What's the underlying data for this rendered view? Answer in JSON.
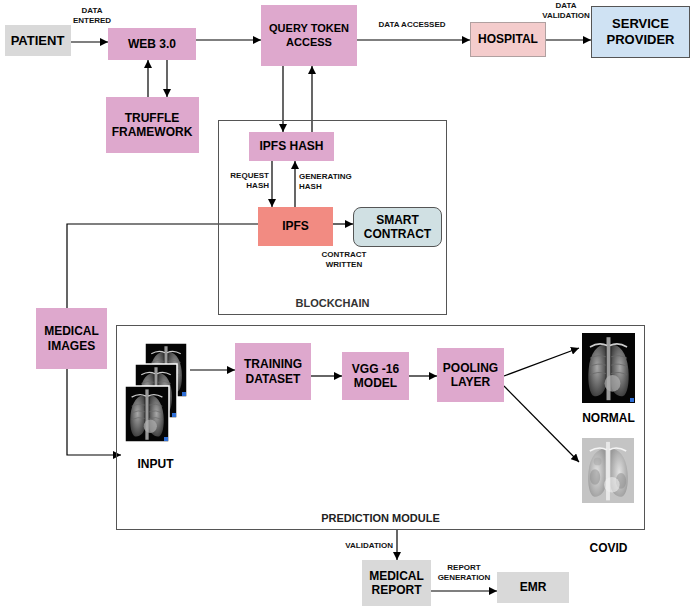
{
  "diagram": {
    "nodes": [
      {
        "text": [
          "PATIENT"
        ]
      },
      {
        "text": [
          "WEB 3.0"
        ]
      },
      {
        "text": [
          "QUERY TOKEN ACCESS"
        ]
      },
      {
        "text": [
          "HOSPITAL"
        ]
      },
      {
        "text": [
          "SERVICE PROVIDER"
        ]
      },
      {
        "text": [
          "TRUFFLE FRAMEWORK"
        ]
      },
      {
        "text": [
          "BLOCKCHAIN"
        ]
      },
      {
        "text": [
          "IPFS HASH"
        ],
        "in": 6
      },
      {
        "text": [
          "IPFS"
        ],
        "in": 6
      },
      {
        "text": [
          "SMART CONTRACT"
        ],
        "in": 6
      },
      {
        "text": [
          "MEDICAL IMAGES"
        ]
      },
      {
        "text": [
          "PREDICTION MODULE"
        ]
      },
      {
        "text": [
          "INPUT"
        ],
        "in": 11
      },
      {
        "text": [
          "TRAINING DATASET"
        ],
        "in": 11
      },
      {
        "text": [
          "VGG -16 MODEL"
        ],
        "in": 11
      },
      {
        "text": [
          "POOLING LAYER"
        ],
        "in": 11
      },
      {
        "text": [
          "NORMAL"
        ],
        "in": 11
      },
      {
        "text": [
          "COVID"
        ],
        "in": 11
      },
      {
        "text": [
          "MEDICAL REPORT"
        ]
      },
      {
        "text": [
          "EMR"
        ]
      }
    ],
    "edges": [
      {
        "from": 0,
        "to": 1,
        "label": "DATA ENTERED",
        "arrow": "to"
      },
      {
        "from": 1,
        "to": 2,
        "arrow": "to"
      },
      {
        "from": 2,
        "to": 3,
        "label": "DATA ACCESSED",
        "arrow": "to"
      },
      {
        "from": 3,
        "to": 4,
        "label": "DATA VALIDATION",
        "arrow": "to"
      },
      {
        "from": 1,
        "to": 5,
        "arrow": "to"
      },
      {
        "from": 5,
        "to": 1,
        "arrow": "to"
      },
      {
        "from": 2,
        "to": 7,
        "arrow": "to"
      },
      {
        "from": 7,
        "to": 2,
        "arrow": "to"
      },
      {
        "from": 7,
        "to": 8,
        "label": "REQUEST HASH",
        "arrow": "to"
      },
      {
        "from": 8,
        "to": 7,
        "label": "GENERATING HASH",
        "arrow": "to"
      },
      {
        "from": 8,
        "to": 9,
        "label": "CONTRACT WRITTEN",
        "arrow": "to"
      },
      {
        "from": 8,
        "to": 10,
        "arrow": "none"
      },
      {
        "from": 10,
        "to": 12,
        "arrow": "to"
      },
      {
        "from": 12,
        "to": 13,
        "arrow": "to"
      },
      {
        "from": 13,
        "to": 14,
        "arrow": "to"
      },
      {
        "from": 14,
        "to": 15,
        "arrow": "to"
      },
      {
        "from": 15,
        "to": 16,
        "arrow": "to"
      },
      {
        "from": 15,
        "to": 17,
        "arrow": "to"
      },
      {
        "from": 11,
        "to": 18,
        "label": "VALIDATION",
        "arrow": "to"
      },
      {
        "from": 18,
        "to": 19,
        "label": "REPORT GENERATION",
        "arrow": "to"
      }
    ]
  }
}
